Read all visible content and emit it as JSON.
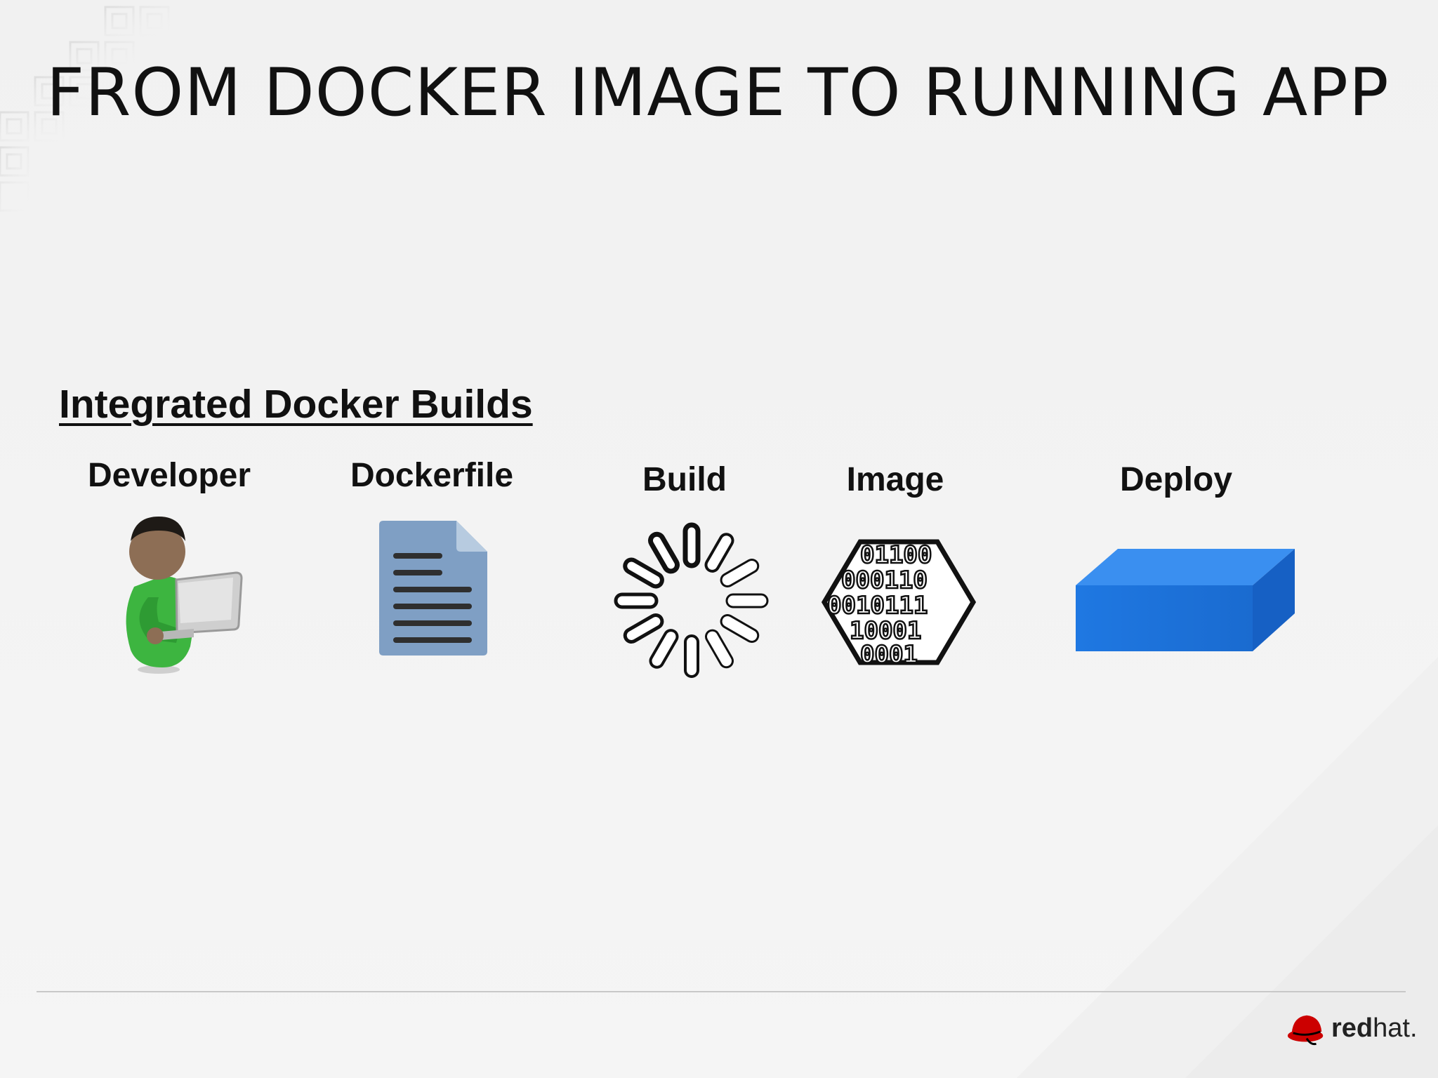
{
  "slide": {
    "title": "FROM DOCKER IMAGE TO RUNNING APP",
    "section_heading": "Integrated Docker Builds"
  },
  "steps": [
    {
      "label": "Developer",
      "icon": "developer-with-laptop-icon"
    },
    {
      "label": "Dockerfile",
      "icon": "document-icon"
    },
    {
      "label": "Build",
      "icon": "spinner-icon"
    },
    {
      "label": "Image",
      "icon": "binary-hexagon-icon"
    },
    {
      "label": "Deploy",
      "icon": "blue-box-icon"
    }
  ],
  "image_binary_rows": [
    "01100",
    "000110",
    "0010111",
    "10001",
    "0001"
  ],
  "logo": {
    "brand_bold": "red",
    "brand_light": "hat."
  },
  "colors": {
    "title": "#111111",
    "developer_shirt": "#3db540",
    "document": "#7f9fc4",
    "deploy_box": "#1f77e0",
    "brand_red": "#cc0000"
  }
}
